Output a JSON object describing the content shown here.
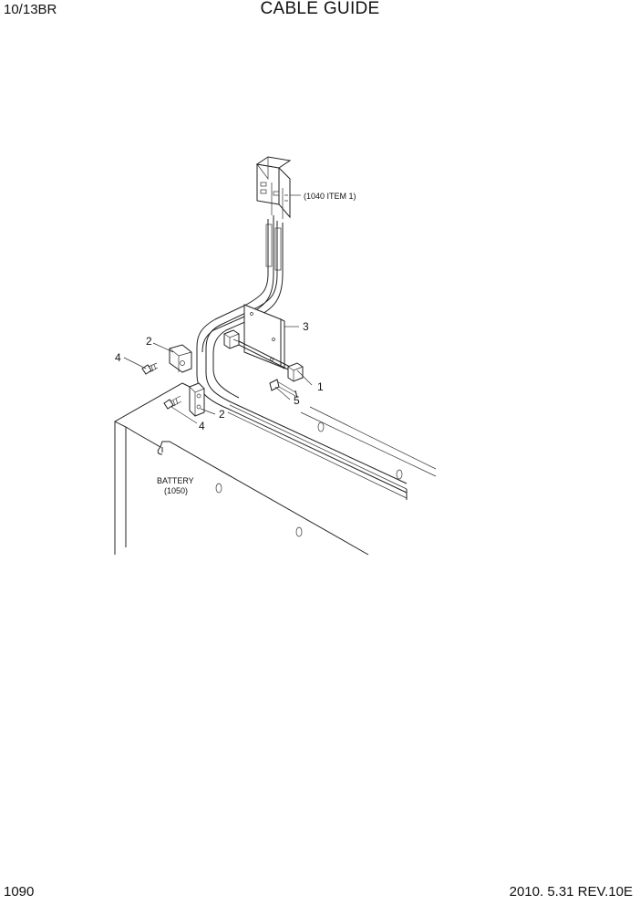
{
  "header": {
    "model": "10/13BR",
    "title": "CABLE GUIDE"
  },
  "footer": {
    "page_number": "1090",
    "revision": "2010. 5.31 REV.10E"
  },
  "callouts": {
    "item_1": "1",
    "item_2_upper": "2",
    "item_2_lower": "2",
    "item_3": "3",
    "item_4_upper": "4",
    "item_4_lower": "4",
    "item_5": "5"
  },
  "notes": {
    "connector_ref": "(1040 ITEM 1)",
    "battery_label": "BATTERY",
    "battery_ref": "(1050)"
  }
}
